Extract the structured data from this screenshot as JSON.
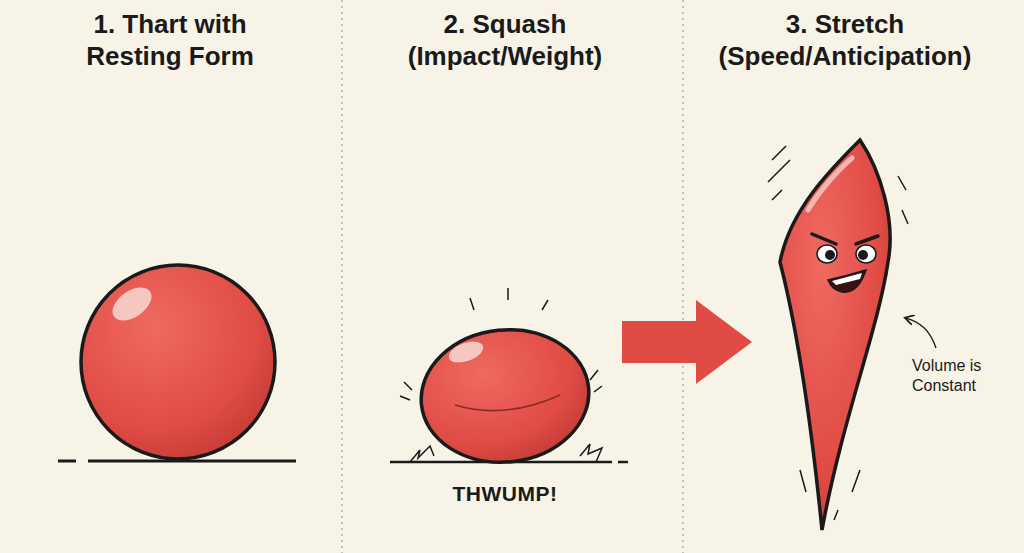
{
  "diagram": {
    "labels": [
      "1. Thart with Resting Form",
      "2. Squash (Impact/Weight)",
      "3. Stretch (Speed/Anticipation)",
      "THWUMP!",
      "Volume is Constant"
    ]
  }
}
